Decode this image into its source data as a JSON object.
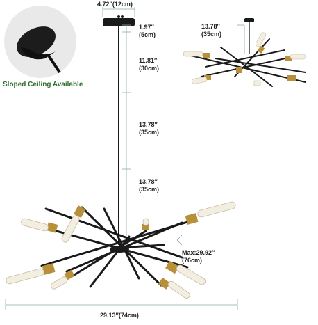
{
  "callout": {
    "caption": "Sloped Ceiling Available"
  },
  "dimensions": {
    "canopy_width": "4.72″(12cm)",
    "canopy_height_in": "1.97″",
    "canopy_height_cm": "(5cm)",
    "rod_1_in": "11.81″",
    "rod_1_cm": "(30cm)",
    "rod_2_in": "13.78″",
    "rod_2_cm": "(35cm)",
    "rod_3_in": "13.78″",
    "rod_3_cm": "(35cm)",
    "max_height_in": "Max:29.92″",
    "max_height_cm": "(76cm)",
    "total_width": "29.13″(74cm)",
    "inset_rod_in": "13.78″",
    "inset_rod_cm": "(35cm)"
  },
  "colors": {
    "metal": "#1a1a1a",
    "brass": "#b8903a",
    "bulb": "#f3eee2",
    "dimension_line": "#88aaaa",
    "caption_green": "#2f6e2f"
  }
}
